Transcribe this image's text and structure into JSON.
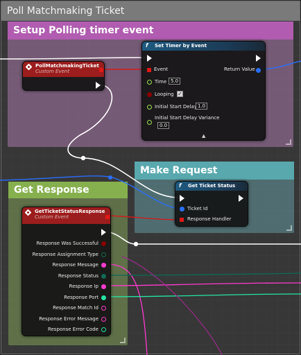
{
  "comments": {
    "outer": "Poll Matchmaking Ticket",
    "setup": "Setup Polling timer event",
    "make": "Make Request",
    "getresp": "Get Response"
  },
  "colors": {
    "event_header": "#9c1d1d",
    "function_header": "#1d4b6b",
    "exec_pin": "#ffffff",
    "delegate_pin": "#e01818",
    "bool_pin": "#8a0000",
    "string_pin": "#ff3bcf",
    "byte_pin": "#0f6a55",
    "int_pin": "#26e5a4",
    "float_pin": "#9be34f",
    "object_pin": "#2a6fff"
  },
  "nodes": {
    "poll_event": {
      "title": "PollMatchmakingTicket",
      "subtitle": "Custom Event",
      "icon": "event-diamond-icon"
    },
    "set_timer": {
      "title": "Set Timer by Event",
      "icon": "function-icon",
      "glyph": "f",
      "pins": {
        "event": "Event",
        "time": "Time",
        "time_value": "5.0",
        "looping": "Looping",
        "looping_checked": true,
        "check_glyph": "✓",
        "initial_delay": "Initial Start Delay",
        "initial_delay_value": "1.0",
        "initial_variance": "Initial Start Delay Variance",
        "initial_variance_value": "0.0",
        "return_value": "Return Value",
        "advanced": "▲"
      }
    },
    "get_ticket": {
      "title": "Get Ticket Status",
      "icon": "function-icon",
      "glyph": "f",
      "pins": {
        "ticket_id": "Ticket Id",
        "response_handler": "Response Handler"
      }
    },
    "response_event": {
      "title": "GetTicketStatusResponse",
      "subtitle": "Custom Event",
      "icon": "event-diamond-icon",
      "outputs": [
        "Response Was Successful",
        "Response Assignment Type",
        "Response Message",
        "Response Status",
        "Response Ip",
        "Response Port",
        "Response Match Id",
        "Response Error Message",
        "Response Error Code"
      ]
    }
  }
}
